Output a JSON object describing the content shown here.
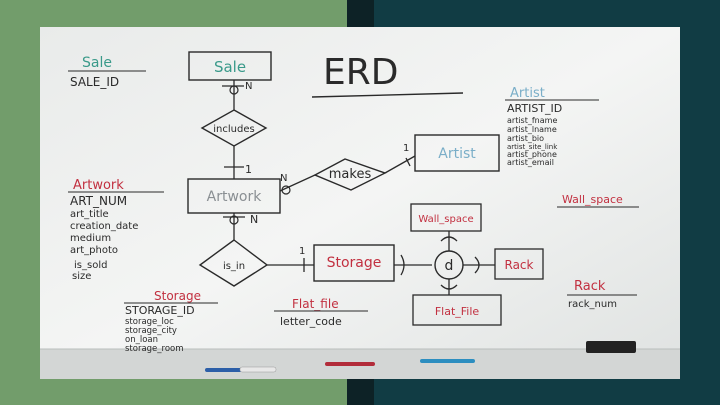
{
  "colors": {
    "black": "#2a2a2a",
    "teal": "#3a9a8a",
    "red": "#c23040",
    "lightblue": "#7aaec8"
  },
  "board": {
    "title": "ERD",
    "sale_box": "Sale",
    "includes": "includes",
    "makes": "makes",
    "artwork_box": "Artwork",
    "artist_box": "Artist",
    "is_in": "is_in",
    "storage_box": "Storage",
    "d_symbol": "d",
    "wall_space_box": "Wall_space",
    "rack_box": "Rack",
    "flat_file_box": "Flat_File",
    "card_n_1": "N",
    "card_1_1": "1",
    "card_n_2": "N",
    "card_1_2": "1",
    "card_n_3": "N",
    "card_1_3": "1"
  },
  "notes": {
    "sale": {
      "title": "Sale",
      "key": "SALE_ID"
    },
    "artwork": {
      "title": "Artwork",
      "key": "ART_NUM",
      "attrs": [
        "art_title",
        "creation_date",
        "medium",
        "art_photo",
        "is_sold",
        "size"
      ]
    },
    "storage": {
      "title": "Storage",
      "key": "STORAGE_ID",
      "attrs": [
        "storage_loc",
        "storage_city",
        "on_loan",
        "storage_room"
      ]
    },
    "flat_file": {
      "title": "Flat_file",
      "key": "letter_code"
    },
    "artist": {
      "title": "Artist",
      "key": "ARTIST_ID",
      "attrs": [
        "artist_fname",
        "artist_lname",
        "artist_bio",
        "artist_site_link",
        "artist_phone",
        "artist_email"
      ]
    },
    "wall_space": {
      "title": "Wall_space"
    },
    "rack": {
      "title": "Rack",
      "key": "rack_num"
    }
  }
}
